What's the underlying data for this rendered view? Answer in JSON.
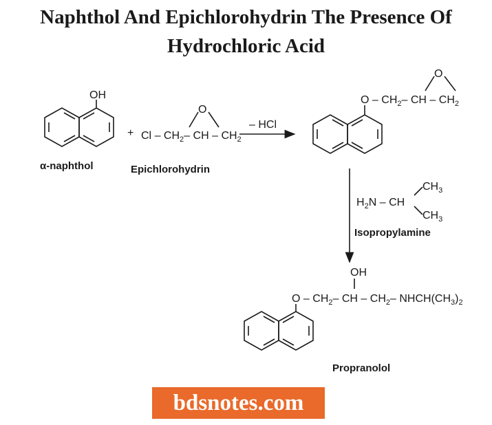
{
  "title": {
    "line1": "Naphthol And Epichlorohydrin The Presence Of",
    "line2": "Hydrochloric Acid"
  },
  "scheme": {
    "naphthol": {
      "oh": "OH",
      "label": "α-naphthol"
    },
    "plus": "+",
    "epichlorohydrin": {
      "o": "O",
      "chain": [
        "Cl",
        "CH",
        "CH",
        "CH"
      ],
      "label": "Epichlorohydrin"
    },
    "reagent_1": "– HCl",
    "intermediate": {
      "o_link": "O",
      "epoxide_o": "O",
      "chain": [
        "CH",
        "CH",
        "CH"
      ]
    },
    "isopropylamine": {
      "amine": "H",
      "amine_n": "N",
      "ch": "CH",
      "ch3_top": "CH",
      "ch3_bottom": "CH",
      "label": "Isopropylamine"
    },
    "product": {
      "oh": "OH",
      "o_link": "O",
      "chain": [
        "CH",
        "CH",
        "CH",
        "NHCH(CH"
      ],
      "chain_tail": ")",
      "label": "Propranolol"
    },
    "subscripts": {
      "two": "2",
      "three": "3"
    }
  },
  "footer": {
    "brand": "bdsnotes.com"
  }
}
